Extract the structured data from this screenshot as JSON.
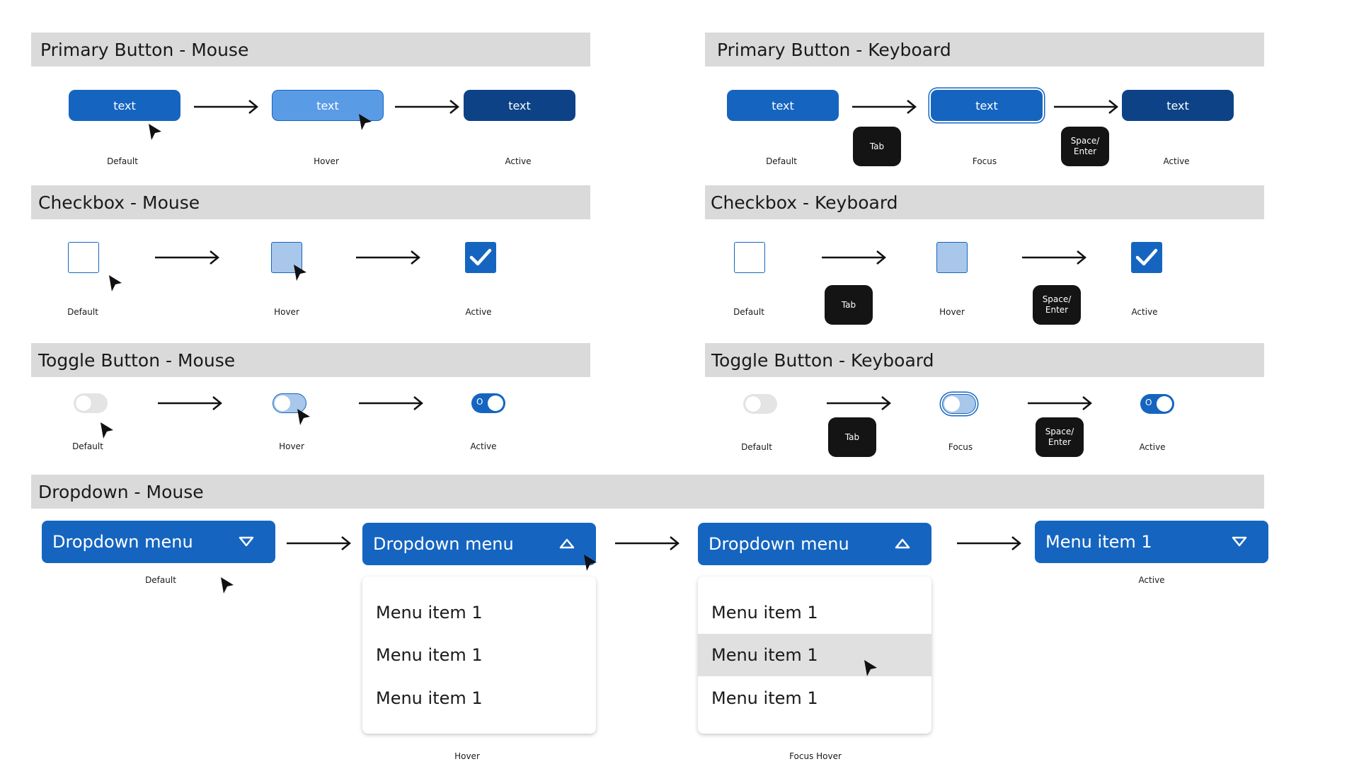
{
  "sections": {
    "primary_mouse": "Primary Button - Mouse",
    "primary_keyboard": "Primary Button - Keyboard",
    "checkbox_mouse": "Checkbox - Mouse",
    "checkbox_keyboard": "Checkbox - Keyboard",
    "toggle_mouse": "Toggle Button - Mouse",
    "toggle_keyboard": "Toggle Button - Keyboard",
    "dropdown_mouse": "Dropdown - Mouse"
  },
  "button_text": "text",
  "states": {
    "default": "Default",
    "hover": "Hover",
    "active": "Active",
    "focus": "Focus",
    "focus_hover": "Focus Hover"
  },
  "keys": {
    "tab": "Tab",
    "space_enter": "Space/\nEnter"
  },
  "toggle_on_glyph": "O",
  "dropdown": {
    "label": "Dropdown menu",
    "selected": "Menu item 1",
    "items": [
      "Menu item 1",
      "Menu item 1",
      "Menu item 1"
    ]
  },
  "colors": {
    "primary": "#1565c0",
    "primary_hover": "#5a9be6",
    "primary_active": "#0d4386",
    "checkbox_hover": "#a9c7ea",
    "header_bg": "#dadada",
    "key_bg": "#141414"
  }
}
